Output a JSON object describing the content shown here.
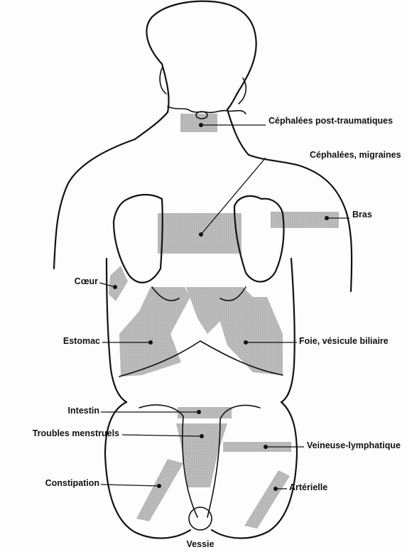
{
  "labels": {
    "cephalees_post_traumatiques": "Céphalées post-traumatiques",
    "cephalees_migraines": "Céphalées, migraines",
    "bras": "Bras",
    "coeur": "Cœur",
    "estomac": "Estomac",
    "foie_vesicule": "Foie, vésicule biliaire",
    "intestin": "Intestin",
    "troubles_menstruels": "Troubles menstruels",
    "veineuse_lymphatique": "Veineuse-lymphatique",
    "constipation": "Constipation",
    "arterielle": "Artérielle",
    "vessie": "Vessie"
  },
  "colors": {
    "zone_shade": "#b8b8b8",
    "line": "#111111"
  }
}
